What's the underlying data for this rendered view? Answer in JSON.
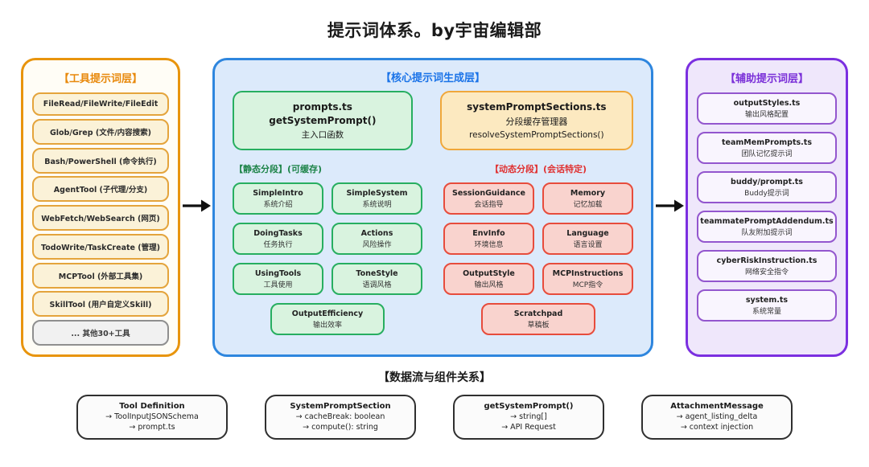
{
  "title": "提示词体系。by宇宙编辑部",
  "colors": {
    "tool_accent": "#E8940C",
    "core_accent": "#2E86DE",
    "static_accent": "#27AE60",
    "dynamic_accent": "#E74C3C",
    "manager_accent": "#F0A73A",
    "aux_accent": "#7B2FE0"
  },
  "tool_layer": {
    "title": "【工具提示词层】",
    "items": [
      "FileRead/FileWrite/FileEdit",
      "Glob/Grep (文件/内容搜索)",
      "Bash/PowerShell (命令执行)",
      "AgentTool (子代理/分支)",
      "WebFetch/WebSearch (网页)",
      "TodoWrite/TaskCreate (管理)",
      "MCPTool (外部工具集)",
      "SkillTool (用户自定义Skill)"
    ],
    "more": "... 其他30+工具"
  },
  "core_layer": {
    "title": "【核心提示词生成层】",
    "entry_box": {
      "line1": "prompts.ts",
      "line2": "getSystemPrompt()",
      "line3": "主入口函数"
    },
    "manager_box": {
      "line1": "systemPromptSections.ts",
      "line2": "分段缓存管理器",
      "line3": "resolveSystemPromptSections()"
    },
    "static_section": {
      "label": "【静态分段】(可缓存)",
      "items": [
        {
          "name": "SimpleIntro",
          "desc": "系统介绍"
        },
        {
          "name": "SimpleSystem",
          "desc": "系统说明"
        },
        {
          "name": "DoingTasks",
          "desc": "任务执行"
        },
        {
          "name": "Actions",
          "desc": "风险操作"
        },
        {
          "name": "UsingTools",
          "desc": "工具使用"
        },
        {
          "name": "ToneStyle",
          "desc": "语调风格"
        },
        {
          "name": "OutputEfficiency",
          "desc": "输出效率"
        }
      ]
    },
    "dynamic_section": {
      "label": "【动态分段】(会话特定)",
      "items": [
        {
          "name": "SessionGuidance",
          "desc": "会话指导"
        },
        {
          "name": "Memory",
          "desc": "记忆加载"
        },
        {
          "name": "EnvInfo",
          "desc": "环境信息"
        },
        {
          "name": "Language",
          "desc": "语言设置"
        },
        {
          "name": "OutputStyle",
          "desc": "输出风格"
        },
        {
          "name": "MCPInstructions",
          "desc": "MCP指令"
        },
        {
          "name": "Scratchpad",
          "desc": "草稿板"
        }
      ]
    }
  },
  "aux_layer": {
    "title": "【辅助提示词层】",
    "items": [
      {
        "name": "outputStyles.ts",
        "desc": "输出风格配置"
      },
      {
        "name": "teamMemPrompts.ts",
        "desc": "团队记忆提示词"
      },
      {
        "name": "buddy/prompt.ts",
        "desc": "Buddy提示词"
      },
      {
        "name": "teammatePromptAddendum.ts",
        "desc": "队友附加提示词"
      },
      {
        "name": "cyberRiskInstruction.ts",
        "desc": "网络安全指令"
      },
      {
        "name": "system.ts",
        "desc": "系统常量"
      }
    ]
  },
  "flow_section": {
    "title": "【数据流与组件关系】",
    "cards": [
      {
        "line1": "Tool Definition",
        "line2": "→ ToolInputJSONSchema",
        "line3": "→ prompt.ts"
      },
      {
        "line1": "SystemPromptSection",
        "line2": "→ cacheBreak: boolean",
        "line3": "→ compute(): string"
      },
      {
        "line1": "getSystemPrompt()",
        "line2": "→ string[]",
        "line3": "→ API Request"
      },
      {
        "line1": "AttachmentMessage",
        "line2": "→ agent_listing_delta",
        "line3": "→ context injection"
      }
    ]
  }
}
